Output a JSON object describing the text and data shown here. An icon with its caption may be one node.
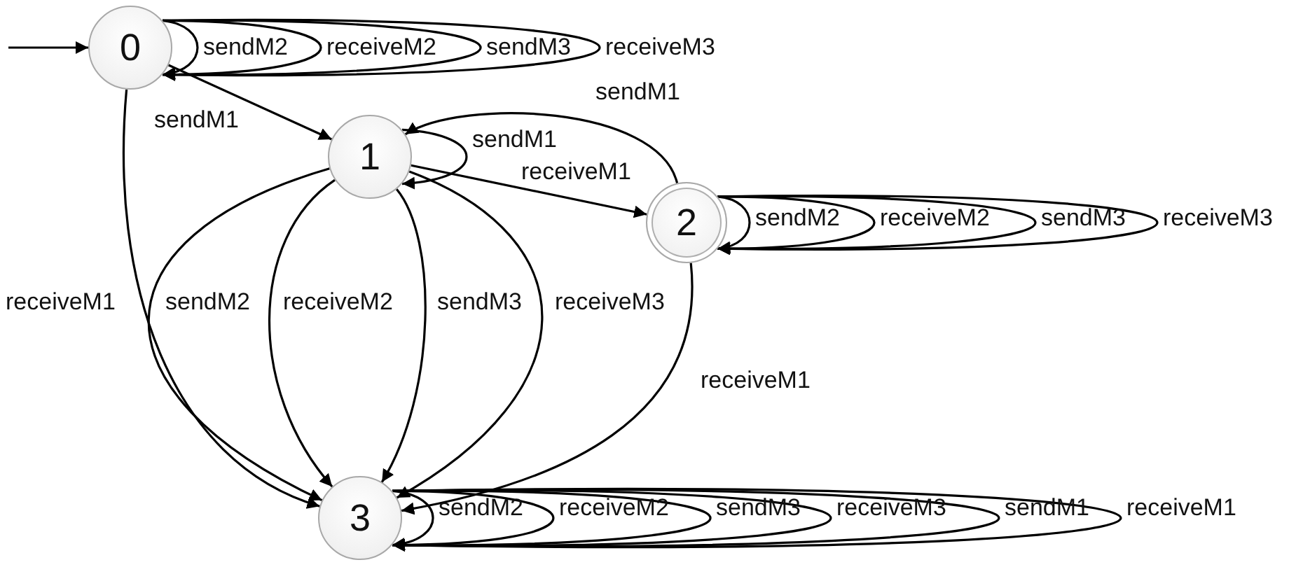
{
  "diagram": {
    "nodes": [
      {
        "text": [
          "0"
        ]
      },
      {
        "text": [
          "1"
        ]
      },
      {
        "text": [
          "2"
        ]
      },
      {
        "text": [
          "3"
        ]
      }
    ],
    "edges": [
      {
        "from": null,
        "to": 0,
        "arrow": "to"
      },
      {
        "from": 0,
        "to": 0,
        "label": "sendM2",
        "arrow": "to"
      },
      {
        "from": 0,
        "to": 0,
        "label": "receiveM2",
        "arrow": "to"
      },
      {
        "from": 0,
        "to": 0,
        "label": "sendM3",
        "arrow": "to"
      },
      {
        "from": 0,
        "to": 0,
        "label": "receiveM3",
        "arrow": "to"
      },
      {
        "from": 0,
        "to": 1,
        "label": "sendM1",
        "arrow": "to"
      },
      {
        "from": 0,
        "to": 3,
        "label": "receiveM1",
        "arrow": "to"
      },
      {
        "from": 1,
        "to": 1,
        "label": "sendM1",
        "arrow": "to"
      },
      {
        "from": 1,
        "to": 2,
        "label": "receiveM1",
        "arrow": "to"
      },
      {
        "from": 2,
        "to": 1,
        "label": "sendM1",
        "arrow": "to"
      },
      {
        "from": 1,
        "to": 3,
        "label": "sendM2",
        "arrow": "to"
      },
      {
        "from": 1,
        "to": 3,
        "label": "receiveM2",
        "arrow": "to"
      },
      {
        "from": 1,
        "to": 3,
        "label": "sendM3",
        "arrow": "to"
      },
      {
        "from": 1,
        "to": 3,
        "label": "receiveM3",
        "arrow": "to"
      },
      {
        "from": 2,
        "to": 2,
        "label": "sendM2",
        "arrow": "to"
      },
      {
        "from": 2,
        "to": 2,
        "label": "receiveM2",
        "arrow": "to"
      },
      {
        "from": 2,
        "to": 2,
        "label": "sendM3",
        "arrow": "to"
      },
      {
        "from": 2,
        "to": 2,
        "label": "receiveM3",
        "arrow": "to"
      },
      {
        "from": 2,
        "to": 3,
        "label": "receiveM1",
        "arrow": "to"
      },
      {
        "from": 3,
        "to": 3,
        "label": "sendM2",
        "arrow": "to"
      },
      {
        "from": 3,
        "to": 3,
        "label": "receiveM2",
        "arrow": "to"
      },
      {
        "from": 3,
        "to": 3,
        "label": "sendM3",
        "arrow": "to"
      },
      {
        "from": 3,
        "to": 3,
        "label": "receiveM3",
        "arrow": "to"
      },
      {
        "from": 3,
        "to": 3,
        "label": "sendM1",
        "arrow": "to"
      },
      {
        "from": 3,
        "to": 3,
        "label": "receiveM1",
        "arrow": "to"
      }
    ]
  }
}
